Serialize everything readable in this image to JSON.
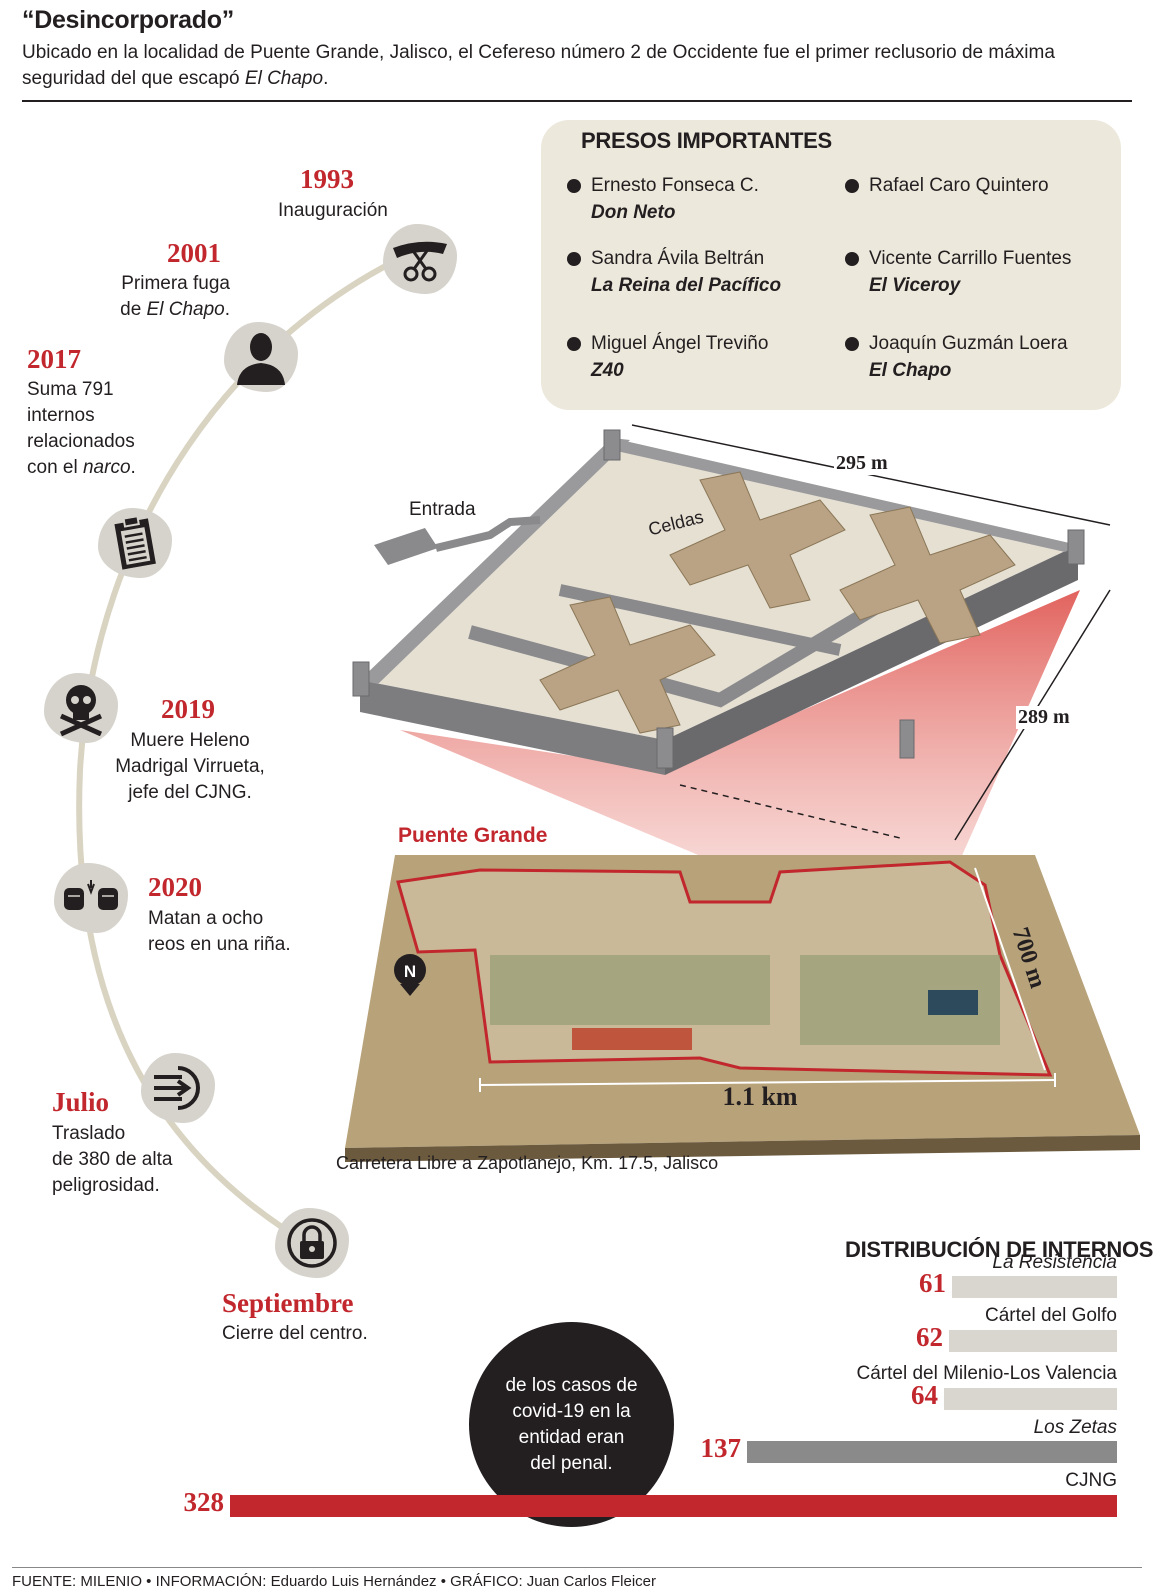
{
  "header": {
    "title": "“Desincorporado”",
    "subtitle_line1": "Ubicado en la localidad de Puente Grande, Jalisco, el Cefereso número 2 de Occidente fue el primer reclusorio de máxima",
    "subtitle_line2_a": "seguridad del que escapó ",
    "subtitle_line2_b": "El Chapo",
    "subtitle_line2_c": "."
  },
  "timeline": [
    {
      "year": "1993",
      "lines": [
        "Inauguración"
      ],
      "icon": "scissors-ribbon-icon"
    },
    {
      "year": "2001",
      "lines": [
        "Primera fuga"
      ],
      "line2_a": "de ",
      "line2_b": "El Chapo",
      "line2_c": ".",
      "icon": "person-silhouette-icon"
    },
    {
      "year": "2017",
      "lines": [
        "Suma 791",
        "internos",
        "relacionados"
      ],
      "line4_a": "con el ",
      "line4_b": "narco",
      "line4_c": ".",
      "icon": "clipboard-icon"
    },
    {
      "year": "2019",
      "lines": [
        "Muere  Heleno",
        "Madrigal Virrueta,",
        "jefe del CJNG."
      ],
      "icon": "skull-crossbones-icon"
    },
    {
      "year": "2020",
      "lines": [
        "Matan a ocho",
        "reos en una riña."
      ],
      "icon": "fists-fight-icon"
    },
    {
      "year": "Julio",
      "lines": [
        "Traslado",
        "de 380 de alta",
        "peligrosidad."
      ],
      "icon": "transfer-arrows-icon"
    },
    {
      "year": "Septiembre",
      "lines": [
        "Cierre del centro."
      ],
      "icon": "padlock-icon"
    }
  ],
  "presos": {
    "title": "PRESOS IMPORTANTES",
    "items": [
      {
        "name": "Ernesto Fonseca C.",
        "alias": "Don Neto"
      },
      {
        "name": "Rafael Caro Quintero",
        "alias": ""
      },
      {
        "name": "Sandra Ávila Beltrán",
        "alias": "La Reina del Pacífico"
      },
      {
        "name": "Vicente Carrillo Fuentes",
        "alias": "El Viceroy"
      },
      {
        "name": "Miguel Ángel Treviño",
        "alias": "Z40"
      },
      {
        "name": "Joaquín Guzmán Loera",
        "alias": "El Chapo"
      }
    ]
  },
  "prison": {
    "entrada": "Entrada",
    "celdas": "Celdas",
    "width": "295 m",
    "depth": "289 m"
  },
  "map": {
    "label": "Puente Grande",
    "north": "N",
    "dim_h": "1.1 km",
    "dim_v": "700 m",
    "caption": "Carretera Libre a Zapotlanejo, Km. 17.5, Jalisco"
  },
  "covid": {
    "line1": "de los casos de",
    "line2": "covid-19 en la",
    "line3": "entidad eran",
    "line4": "del penal."
  },
  "chart_data": {
    "type": "bar",
    "title": "DISTRIBUCIÓN DE INTERNOS",
    "categories": [
      "La Resistencia",
      "Cártel del Golfo",
      "Cártel del Milenio-Los Valencia",
      "Los Zetas",
      "CJNG"
    ],
    "values": [
      61,
      62,
      64,
      137,
      328
    ],
    "colors": {
      "small": "#d9d6cf",
      "zetas": "#8a8a8a",
      "cjng": "#c1272d"
    }
  },
  "footer": {
    "text": "FUENTE: MILENIO • INFORMACIÓN: Eduardo Luis Hernández • GRÁFICO: Juan Carlos Fleicer"
  }
}
